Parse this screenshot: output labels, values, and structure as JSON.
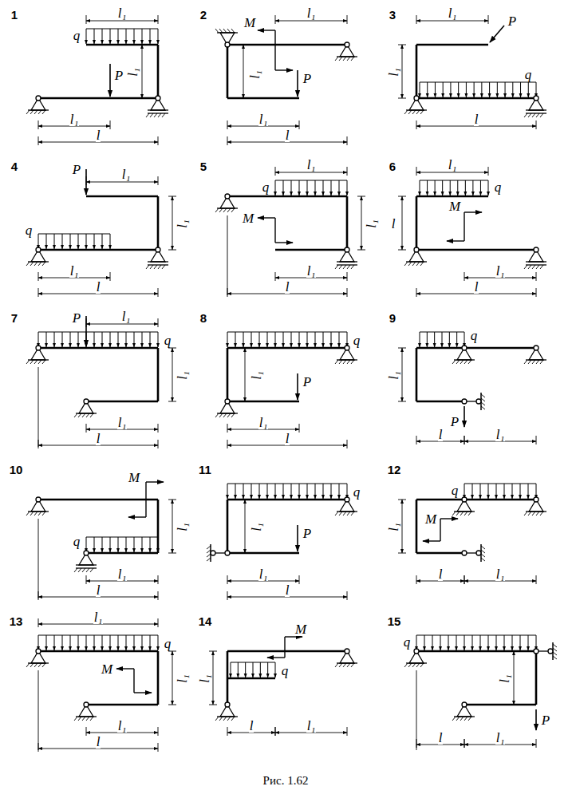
{
  "diagram": {
    "caption": "Рис. 1.62",
    "labels": [
      "1",
      "q",
      "l₁",
      "l₁",
      "P",
      "l₁",
      "l",
      "2",
      "M",
      "l₁",
      "l₁",
      "P",
      "l₁",
      "l",
      "3",
      "l₁",
      "P",
      "l₁",
      "q",
      "l",
      "4",
      "P",
      "l₁",
      "l₁",
      "q",
      "l₁",
      "l",
      "5",
      "l₁",
      "q",
      "M",
      "l₁",
      "l₁",
      "l",
      "6",
      "l₁",
      "q",
      "l",
      "M",
      "l₁",
      "l",
      "7",
      "P",
      "l₁",
      "q",
      "l₁",
      "l₁",
      "l",
      "8",
      "q",
      "l₁",
      "P",
      "l₁",
      "l",
      "9",
      "q",
      "l₁",
      "P",
      "l",
      "l₁",
      "10",
      "M",
      "l₁",
      "q",
      "l₁",
      "l",
      "11",
      "q",
      "l₁",
      "P",
      "l₁",
      "l",
      "12",
      "q",
      "l₁",
      "M",
      "l",
      "l₁",
      "13",
      "l₁",
      "q",
      "M",
      "l₁",
      "l₁",
      "l",
      "14",
      "M",
      "l₁",
      "q",
      "l",
      "l₁",
      "15",
      "q",
      "l₁",
      "P",
      "l",
      "l₁"
    ]
  }
}
